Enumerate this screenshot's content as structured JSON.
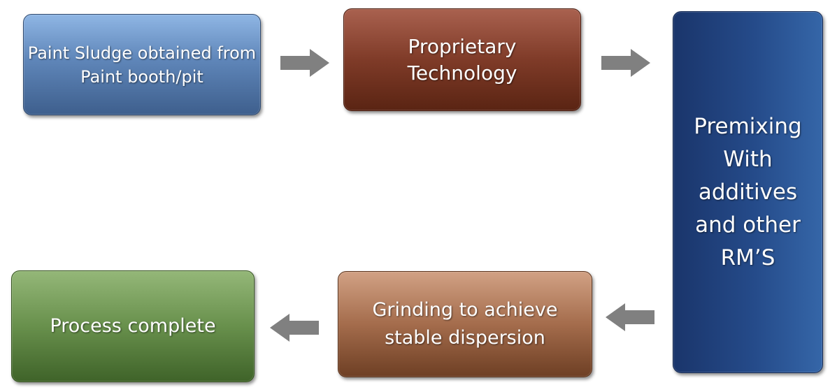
{
  "diagram": {
    "nodes": {
      "sludge": {
        "label": "Paint Sludge obtained from\nPaint booth/pit"
      },
      "proprietary": {
        "label": "Proprietary\nTechnology"
      },
      "premixing": {
        "label": "Premixing\nWith\nadditives\nand other\nRM’S"
      },
      "grinding": {
        "label": "Grinding to achieve\nstable dispersion"
      },
      "complete": {
        "label": "Process complete"
      }
    },
    "edges": [
      {
        "from": "sludge",
        "to": "proprietary",
        "direction": "right"
      },
      {
        "from": "proprietary",
        "to": "premixing",
        "direction": "right"
      },
      {
        "from": "premixing",
        "to": "grinding",
        "direction": "left"
      },
      {
        "from": "grinding",
        "to": "complete",
        "direction": "left"
      }
    ],
    "colors": {
      "arrow": "#808080",
      "text": "#ffffff"
    }
  }
}
